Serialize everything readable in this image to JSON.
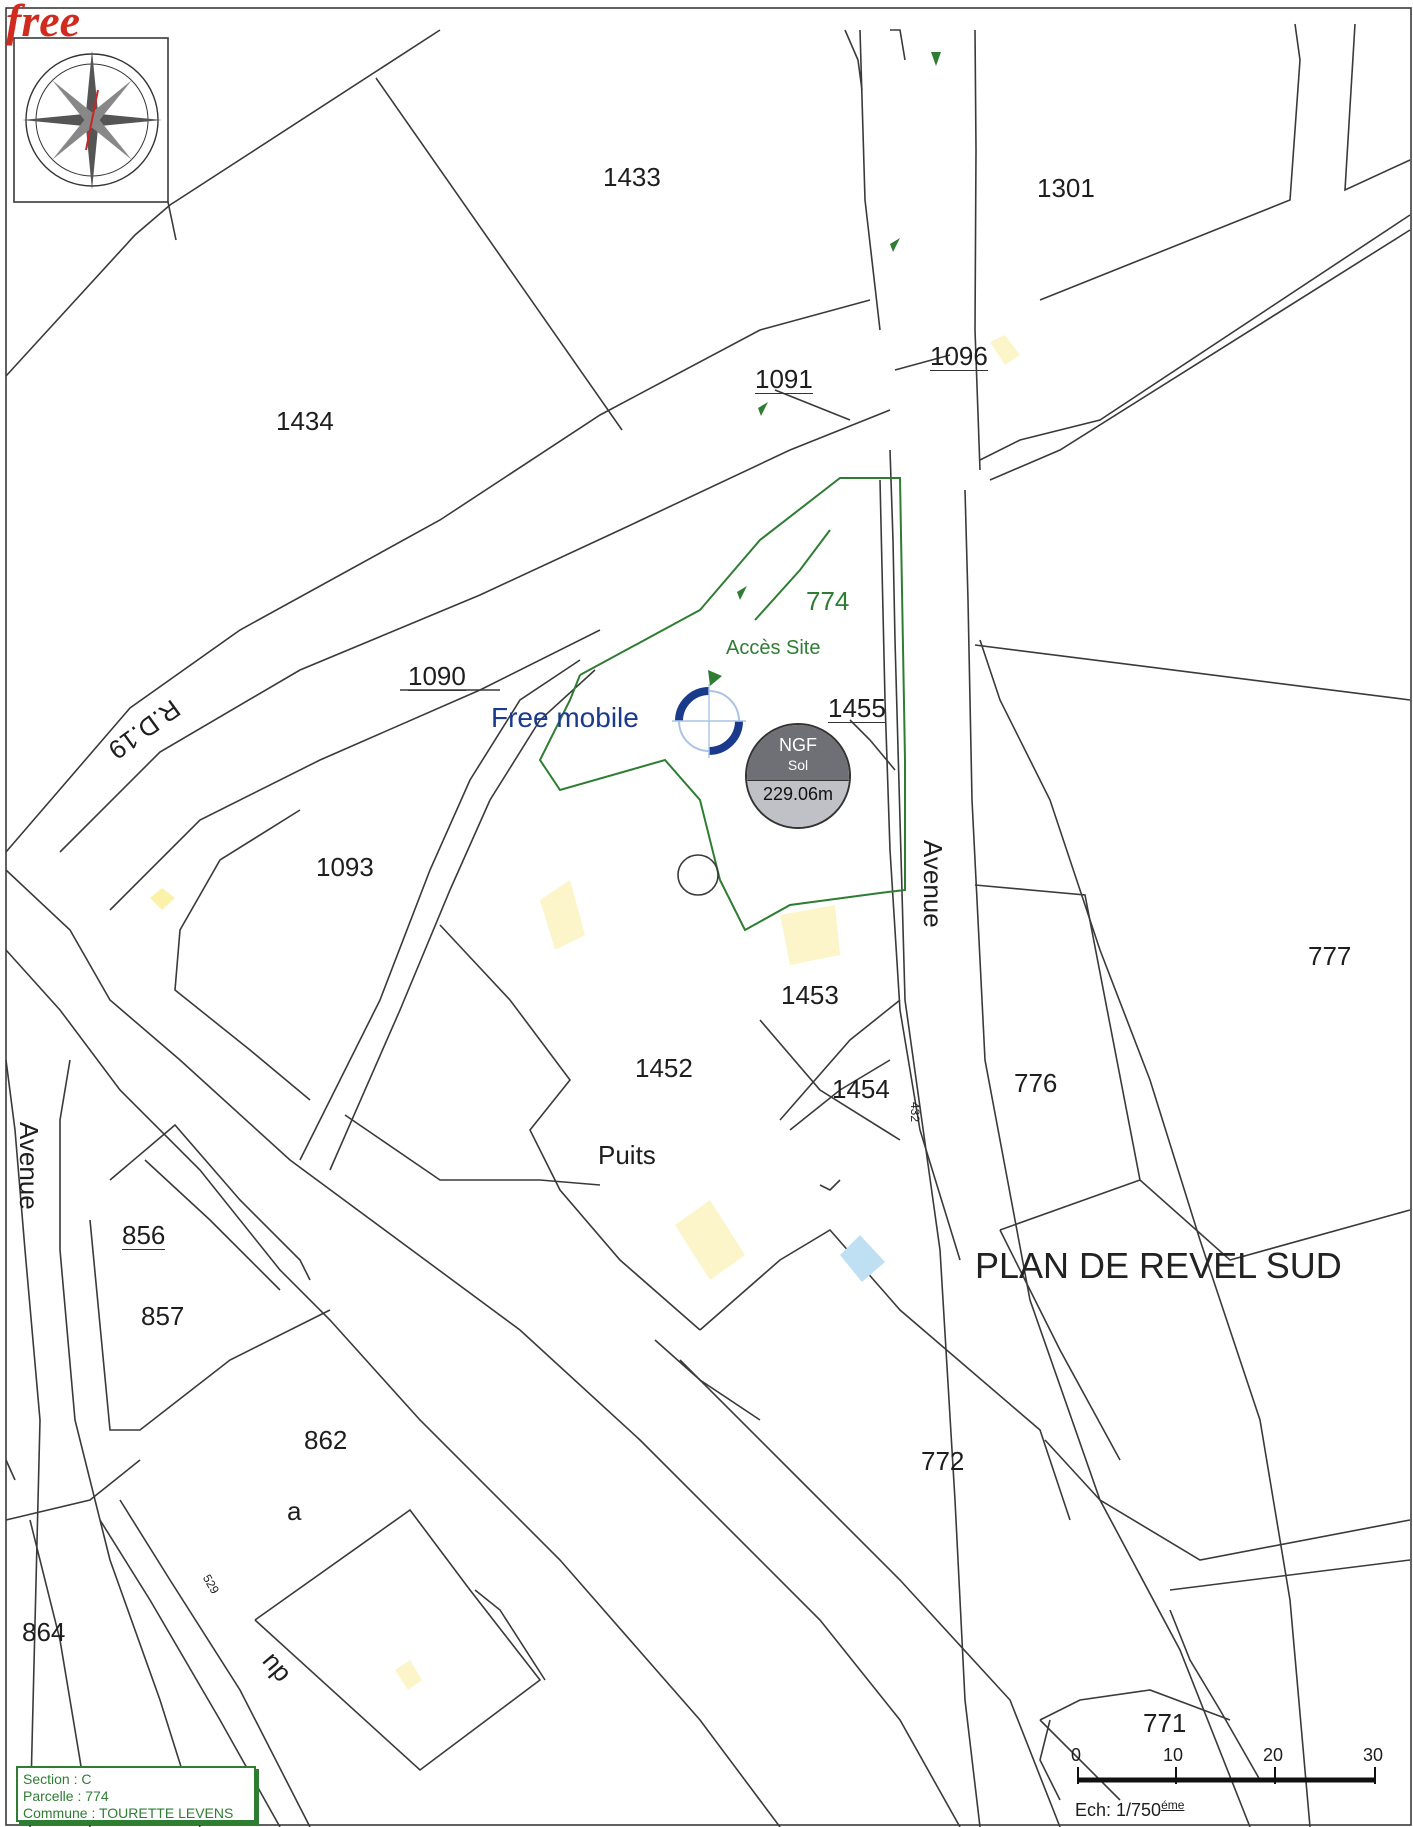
{
  "brand": {
    "logo_text": "free"
  },
  "map": {
    "parcels": [
      "1433",
      "1301",
      "1434",
      "1091",
      "1096",
      "774",
      "1090",
      "1455",
      "1093",
      "777",
      "1453",
      "1452",
      "1454",
      "776",
      "856",
      "857",
      "862",
      "772",
      "864",
      "771"
    ],
    "labels": {
      "road_rd19": "R.D.19",
      "avenue_right": "Avenue",
      "avenue_left": "Avenue",
      "du": "du",
      "puits": "Puits",
      "a": "a",
      "place_name": "PLAN DE REVEL SUD",
      "num_432": "432",
      "num_529": "529",
      "acces_site": "Accès Site",
      "free_mobile": "Free mobile"
    },
    "ngf": {
      "title": "NGF",
      "subtitle": "Sol",
      "value": "229.06m"
    },
    "scale": {
      "ticks": [
        "0",
        "10",
        "20",
        "30"
      ],
      "caption": "Ech: 1/750",
      "sup": "éme"
    },
    "colors": {
      "site_outline": "#2e7d32",
      "antenna": "#1a3a8c",
      "logo": "#d12a1e"
    }
  },
  "info_box": {
    "section": "Section : C",
    "parcelle": "Parcelle : 774",
    "commune": "Commune : TOURETTE LEVENS"
  },
  "compass": {
    "icon": "compass-rose-icon"
  }
}
